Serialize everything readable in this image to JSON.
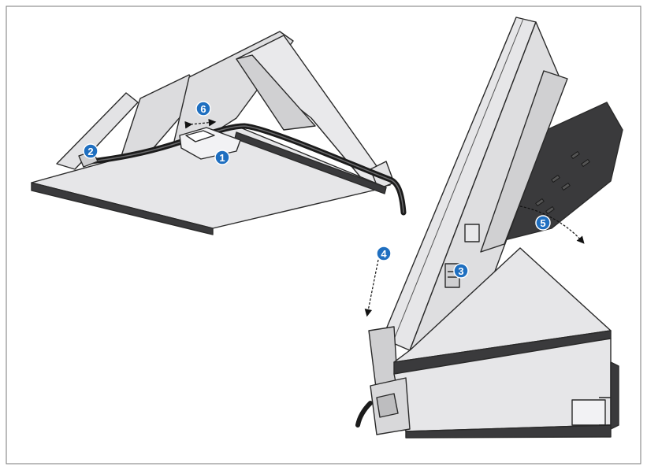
{
  "figure": {
    "background": "#ffffff",
    "frame_color": "#7a7a7a",
    "panel_fill": "#e6e6e8",
    "panel_shade": "#d4d4d6",
    "panel_stroke": "#2a2a2a",
    "dark_strip": "#3a3a3c",
    "callout_fill": "#1f6fc0",
    "callout_stroke": "#ffffff"
  },
  "callouts": {
    "c1": "1",
    "c2": "2",
    "c3": "3",
    "c4": "4",
    "c5": "5",
    "c6": "6"
  }
}
